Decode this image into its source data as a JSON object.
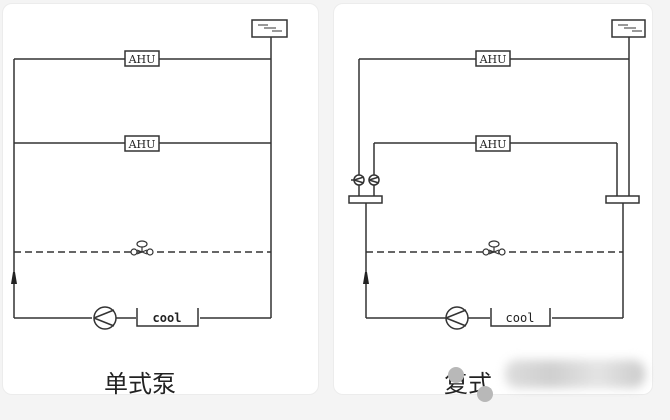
{
  "diagrams": [
    {
      "id": "single-pump",
      "caption": "单式泵",
      "ahu_labels": [
        "AHU",
        "AHU"
      ],
      "chiller_label": "cool"
    },
    {
      "id": "compound-pump",
      "caption": "复式",
      "ahu_labels": [
        "AHU",
        "AHU"
      ],
      "chiller_label": "cool"
    }
  ],
  "colors": {
    "line": "#333333",
    "background": "#ffffff"
  }
}
